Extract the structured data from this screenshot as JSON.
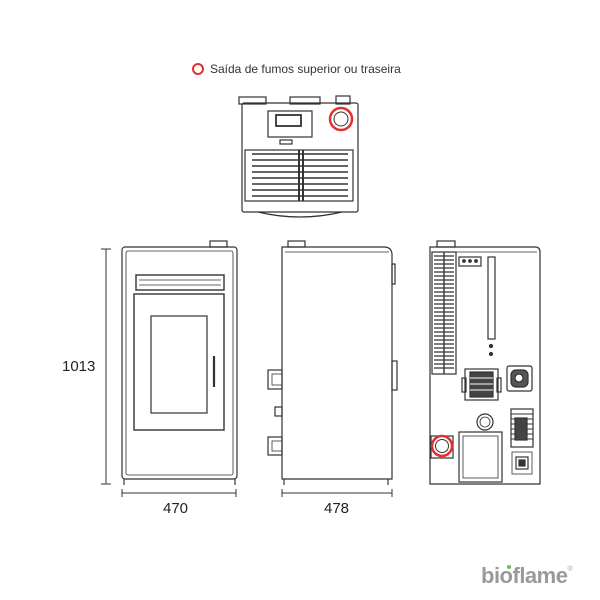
{
  "legend": {
    "text": "Saída de fumos superior ou traseira",
    "marker_color": "#e2302f"
  },
  "dimensions": {
    "height": "1013",
    "width_front": "470",
    "depth_side": "478"
  },
  "brand": {
    "name": "bioflame",
    "mark": "®"
  },
  "colors": {
    "line": "#333333",
    "accent": "#e2302f",
    "brand": "#9a9a9a"
  }
}
